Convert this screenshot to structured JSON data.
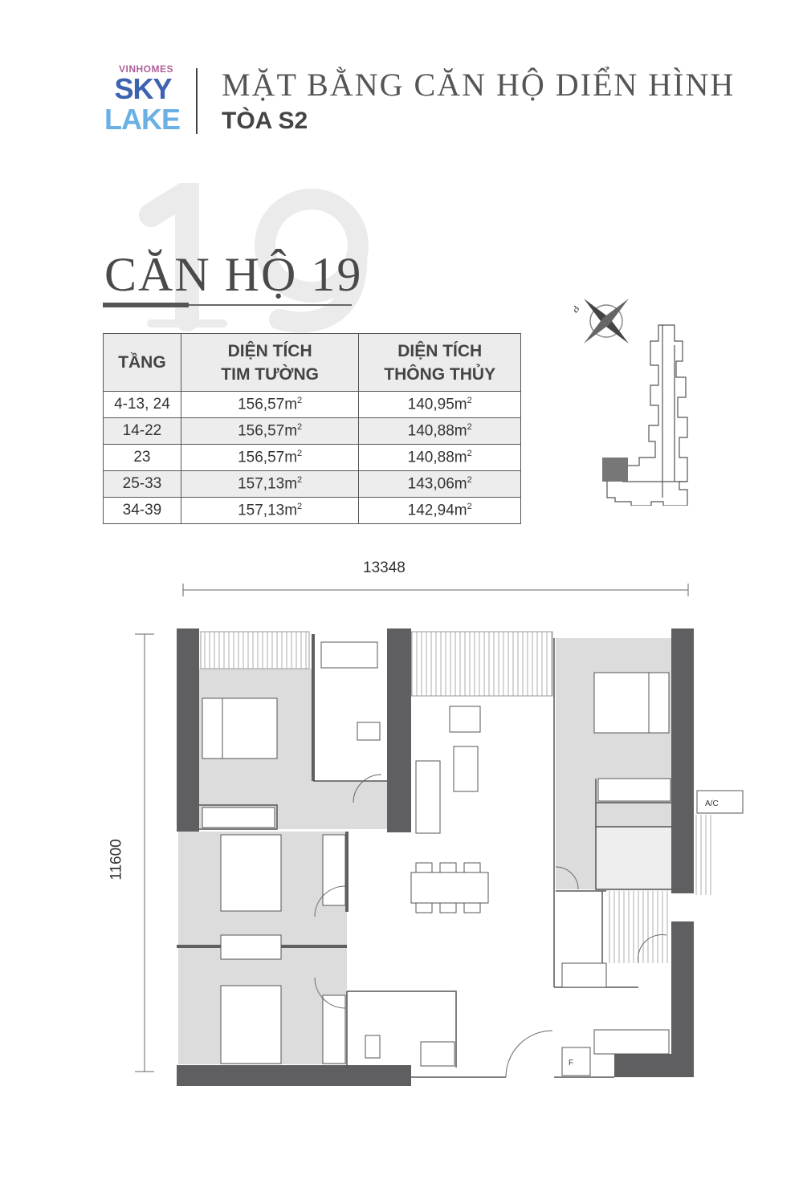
{
  "header": {
    "logo": {
      "brand": "VINHOMES",
      "line1": "SKY",
      "line2": "LAKE"
    },
    "title": "MẶT BẰNG CĂN HỘ DIỂN HÌNH",
    "subtitle": "TÒA S2"
  },
  "apartment": {
    "watermark": "19",
    "title": "CĂN HỘ 19"
  },
  "table": {
    "headers": {
      "col1": "TẦNG",
      "col2_l1": "DIỆN TÍCH",
      "col2_l2": "TIM TƯỜNG",
      "col3_l1": "DIỆN TÍCH",
      "col3_l2": "THÔNG THỦY"
    },
    "unit": "m",
    "unit_exp": "2",
    "rows": [
      {
        "floors": "4-13, 24",
        "tim_tuong": "156,57",
        "thong_thuy": "140,95"
      },
      {
        "floors": "14-22",
        "tim_tuong": "156,57",
        "thong_thuy": "140,88"
      },
      {
        "floors": "23",
        "tim_tuong": "156,57",
        "thong_thuy": "140,88"
      },
      {
        "floors": "25-33",
        "tim_tuong": "157,13",
        "thong_thuy": "143,06"
      },
      {
        "floors": "34-39",
        "tim_tuong": "157,13",
        "thong_thuy": "142,94"
      }
    ]
  },
  "compass": {
    "north_label": "B"
  },
  "floorplan": {
    "width_dim": "13348",
    "height_dim": "11600",
    "ac_label": "A/C",
    "fridge_label": "F"
  },
  "colors": {
    "wall": "#5f5f61",
    "floor_gray": "#dcdcdc",
    "highlight": "#777777"
  }
}
